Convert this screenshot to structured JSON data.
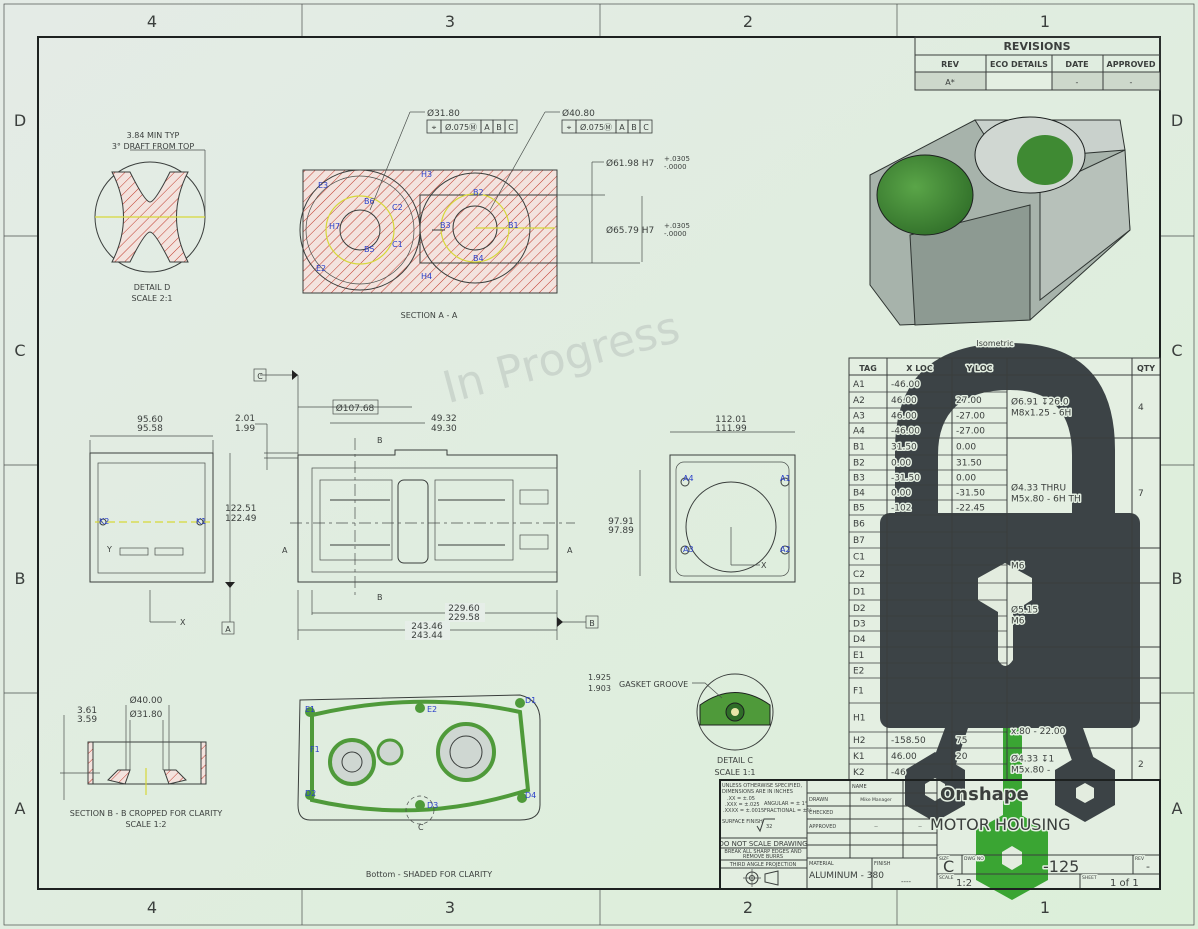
{
  "zones": {
    "columns": [
      "4",
      "3",
      "2",
      "1"
    ],
    "rows": [
      "D",
      "C",
      "B",
      "A"
    ]
  },
  "watermark": "In Progress",
  "revisions": {
    "title": "REVISIONS",
    "headers": [
      "REV",
      "ECO DETAILS",
      "DATE",
      "APPROVED"
    ],
    "row": [
      "A*",
      "",
      "-",
      "-"
    ]
  },
  "detail_d": {
    "dim1": "3.84 MIN TYP",
    "dim2": "3° DRAFT FROM TOP",
    "label": "DETAIL D",
    "scale": "SCALE 2:1"
  },
  "section_aa": {
    "label": "SECTION A - A",
    "callout1": "Ø31.80",
    "callout2": "Ø40.80",
    "fcf": [
      "⌖",
      "Ø.075Ⓜ",
      "A",
      "B",
      "C"
    ],
    "dim_upper": "Ø61.98 H7",
    "dim_lower": "Ø65.79 H7",
    "tol_plus": "+.0305",
    "tol_minus": "-.0000",
    "hole_tags": [
      "E3",
      "B6",
      "C2",
      "H7",
      "B5",
      "C1",
      "E2",
      "H3",
      "B2",
      "B3",
      "B1",
      "B4",
      "H4"
    ]
  },
  "front_view": {
    "dia": "Ø107.68",
    "w1_top": "49.32",
    "w1_bot": "49.30",
    "off_top": "2.01",
    "off_bot": "1.99",
    "len1_top": "229.60",
    "len1_bot": "229.58",
    "len2_top": "243.46",
    "len2_bot": "243.44",
    "datum_c": "C",
    "datum_b": "B",
    "sec_a": "A",
    "sec_b": "B"
  },
  "left_view": {
    "w_top": "95.60",
    "w_bot": "95.58",
    "h_top": "122.51",
    "h_bot": "122.49",
    "datum_a": "A",
    "axis_x": "X",
    "axis_y": "Y",
    "tags": [
      "K2",
      "K1"
    ]
  },
  "right_view": {
    "w_top": "112.01",
    "w_bot": "111.99",
    "h_top": "97.91",
    "h_bot": "97.89",
    "axis_x": "X",
    "tags": [
      "A4",
      "A1",
      "A3",
      "A2"
    ]
  },
  "section_bb": {
    "d1": "Ø40.00",
    "d2": "Ø31.80",
    "h_top": "3.61",
    "h_bot": "3.59",
    "label": "SECTION B - B CROPPED FOR CLARITY",
    "scale": "SCALE 1:2"
  },
  "bottom_view": {
    "label": "Bottom - SHADED FOR CLARITY",
    "tags": [
      "E1",
      "F1",
      "D2",
      "D1",
      "E2",
      "D4",
      "D3"
    ],
    "detail_letter": "C"
  },
  "detail_c": {
    "dim_top": "1.925",
    "dim_bot": "1.903",
    "note": "GASKET GROOVE",
    "label": "DETAIL C",
    "scale": "SCALE 1:1"
  },
  "isometric": {
    "label": "Isometric"
  },
  "hole_table": {
    "headers": [
      "TAG",
      "X LOC",
      "Y LOC",
      "",
      "QTY"
    ],
    "rows": [
      {
        "tag": "A1",
        "x": "-46.00",
        "y": ""
      },
      {
        "tag": "A2",
        "x": "46.00",
        "y": "27.00"
      },
      {
        "tag": "A3",
        "x": "46.00",
        "y": "-27.00"
      },
      {
        "tag": "A4",
        "x": "-46.00",
        "y": "-27.00"
      },
      {
        "tag": "B1",
        "x": "31.50",
        "y": "0.00"
      },
      {
        "tag": "B2",
        "x": "0.00",
        "y": "31.50"
      },
      {
        "tag": "B3",
        "x": "-31.50",
        "y": "0.00"
      },
      {
        "tag": "B4",
        "x": "0.00",
        "y": "-31.50"
      },
      {
        "tag": "B5",
        "x": "-102",
        "y": "-22.45"
      },
      {
        "tag": "B6",
        "x": "",
        "y": ""
      },
      {
        "tag": "B7",
        "x": "",
        "y": ""
      },
      {
        "tag": "C1",
        "x": "",
        "y": ""
      },
      {
        "tag": "C2",
        "x": "",
        "y": ""
      },
      {
        "tag": "D1",
        "x": "",
        "y": ""
      },
      {
        "tag": "D2",
        "x": "",
        "y": ""
      },
      {
        "tag": "D3",
        "x": "",
        "y": ""
      },
      {
        "tag": "D4",
        "x": "",
        "y": ""
      },
      {
        "tag": "E1",
        "x": "",
        "y": ""
      },
      {
        "tag": "E2",
        "x": "",
        "y": ""
      },
      {
        "tag": "F1",
        "x": "",
        "y": ""
      },
      {
        "tag": "H1",
        "x": "",
        "y": ""
      },
      {
        "tag": "H2",
        "x": "-158.50",
        "y": "75"
      },
      {
        "tag": "K1",
        "x": "46.00",
        "y": "20"
      },
      {
        "tag": "K2",
        "x": "-46",
        "y": ""
      }
    ],
    "groups": [
      {
        "desc": [
          "Ø6.91 ↧26.0",
          "M8x1.25 - 6H"
        ],
        "qty": "4"
      },
      {
        "desc": [
          "Ø4.33 THRU",
          "M5x.80 - 6H TH"
        ],
        "qty": "7"
      },
      {
        "desc": [
          "M6"
        ],
        "qty": ""
      },
      {
        "desc": [
          "Ø5.15",
          "M6"
        ],
        "qty": ""
      },
      {
        "desc": [
          ""
        ],
        "qty": ""
      },
      {
        "desc": [
          ""
        ],
        "qty": ""
      },
      {
        "desc": [
          "",
          "x.80 - 22.00"
        ],
        "qty": ""
      },
      {
        "desc": [
          "Ø4.33 ↧1",
          "M5x.80 -"
        ],
        "qty": "2"
      }
    ]
  },
  "title_block": {
    "notes": [
      "UNLESS OTHERWISE SPECIFIED,",
      "DIMENSIONS ARE IN INCHES",
      ".XX = ±.05",
      ".XXX = ±.025",
      ".XXXX = ±.0015",
      "ANGULAR = ± 1°",
      "FRACTIONAL = ±⅛",
      "SURFACE FINISH",
      "32"
    ],
    "do_not_scale": "DO NOT SCALE DRAWING",
    "break_edges": [
      "BREAK ALL SHARP EDGES AND",
      "REMOVE BURRS"
    ],
    "projection": "THIRD ANGLE PROJECTION",
    "name_header": "NAME",
    "drawn_label": "DRAWN",
    "drawn_name": "Mike Manager",
    "checked_label": "CHECKED",
    "approved_label": "APPROVED",
    "approved_name": "--",
    "approved_date": "--",
    "material_label": "MATERIAL",
    "material": "ALUMINUM - 380",
    "finish_label": "FINISH",
    "finish": "----",
    "company": "Onshape",
    "title": "MOTOR HOUSING",
    "size_label": "SIZE",
    "size": "C",
    "dwg_label": "DWG NO",
    "dwg_no": "-125",
    "rev_label": "REV",
    "rev": "-",
    "scale_label": "SCALE",
    "scale": "1:2",
    "sheet_label": "SHEET",
    "sheet": "1 of 1"
  },
  "lock_overlay": {
    "icon": "padlock-with-wrench-keys-icon",
    "body_color": "#3c4346",
    "accent_color": "#3aa533"
  },
  "colors": {
    "background": "#e6efe7",
    "hatch": "#c0392b",
    "tags": "#2a3fc9",
    "centerline": "#d7d83a",
    "shaded_green": "#4f9a3a"
  }
}
